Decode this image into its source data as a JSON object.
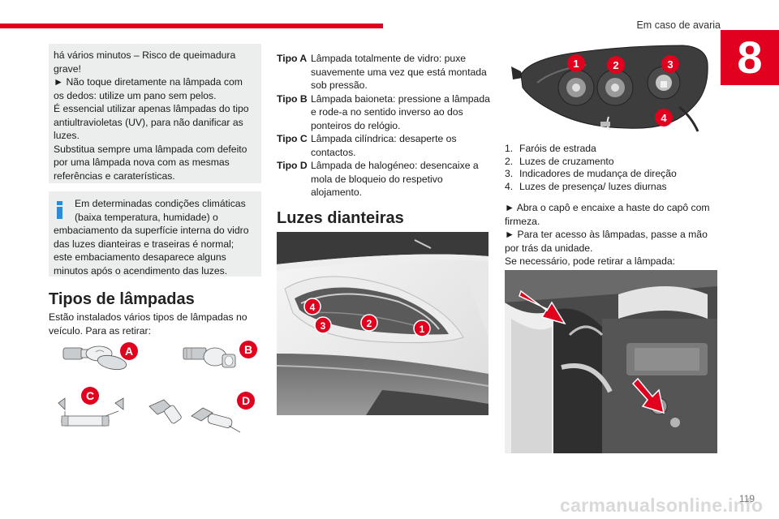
{
  "header": {
    "section_title": "Em caso de avaria",
    "chapter_number": "8"
  },
  "warning_box": {
    "lines": [
      "há vários minutos – Risco de queimadura grave!",
      "► Não toque diretamente na lâmpada com os dedos: utilize um pano sem pelos.",
      "É essencial utilizar apenas lâmpadas do tipo antiultravioletas (UV), para não danificar as luzes.",
      "Substitua sempre uma lâmpada com defeito por uma lâmpada nova com as mesmas referências e caraterísticas."
    ]
  },
  "info_box": {
    "icon": "info-icon",
    "first_line": "Em determinadas condições climáticas",
    "second_line": "(baixa temperatura, humidade) o",
    "rest": "embaciamento da superfície interna do vidro das luzes dianteiras e traseiras é normal; este embaciamento desaparece alguns minutos após o acendimento das luzes."
  },
  "bulb_types_section": {
    "title": "Tipos de lâmpadas",
    "intro": "Estão instalados vários tipos de lâmpadas no veículo. Para as retirar:",
    "figure_labels": [
      "A",
      "B",
      "C",
      "D"
    ],
    "types": [
      {
        "label": "Tipo A",
        "description": "Lâmpada totalmente de vidro: puxe suavemente uma vez que está montada sob pressão."
      },
      {
        "label": "Tipo B",
        "description": "Lâmpada baioneta: pressione a lâmpada e rode-a no sentido inverso ao dos ponteiros do relógio."
      },
      {
        "label": "Tipo C",
        "description": "Lâmpada cilíndrica: desaperte os contactos."
      },
      {
        "label": "Tipo D",
        "description": "Lâmpada de halogéneo: desencaixe a mola de bloqueio do respetivo alojamento."
      }
    ]
  },
  "front_lights_section": {
    "title": "Luzes dianteiras",
    "front_figure_labels": [
      "4",
      "3",
      "2",
      "1"
    ],
    "headlamp_figure_labels": [
      "1",
      "2",
      "3",
      "4"
    ],
    "list": [
      {
        "num": "1.",
        "text": "Faróis de estrada"
      },
      {
        "num": "2.",
        "text": "Luzes de cruzamento"
      },
      {
        "num": "3.",
        "text": "Indicadores de mudança de direção"
      },
      {
        "num": "4.",
        "text": "Luzes de presença/ luzes diurnas"
      }
    ],
    "steps": [
      "► Abra o capô e encaixe a haste do capô com firmeza.",
      "► Para ter acesso às lâmpadas, passe a mão por trás da unidade.",
      "Se necessário, pode retirar a lâmpada:"
    ]
  },
  "footer": {
    "page_number": "119",
    "watermark": "carmanualsonline.info"
  },
  "colors": {
    "accent": "#e1001e",
    "info": "#2d8ad7",
    "box_bg": "#eceded"
  }
}
